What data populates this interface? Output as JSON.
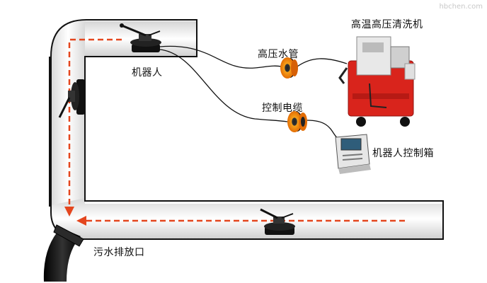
{
  "watermark": "hbchen.com",
  "labels": {
    "washer": "高温高压清洗机",
    "hose": "高压水管",
    "robot": "机器人",
    "cable": "控制电缆",
    "control_box": "机器人控制箱",
    "outlet": "污水排放口"
  },
  "colors": {
    "arrow": "#e4461e",
    "reel": "#f07d0a",
    "machine": "#d9241c",
    "duct": "#f2f2f2"
  },
  "icons": [
    "robot-icon",
    "hose-reel-icon",
    "cable-reel-icon",
    "washer-machine-icon",
    "control-box-icon"
  ]
}
